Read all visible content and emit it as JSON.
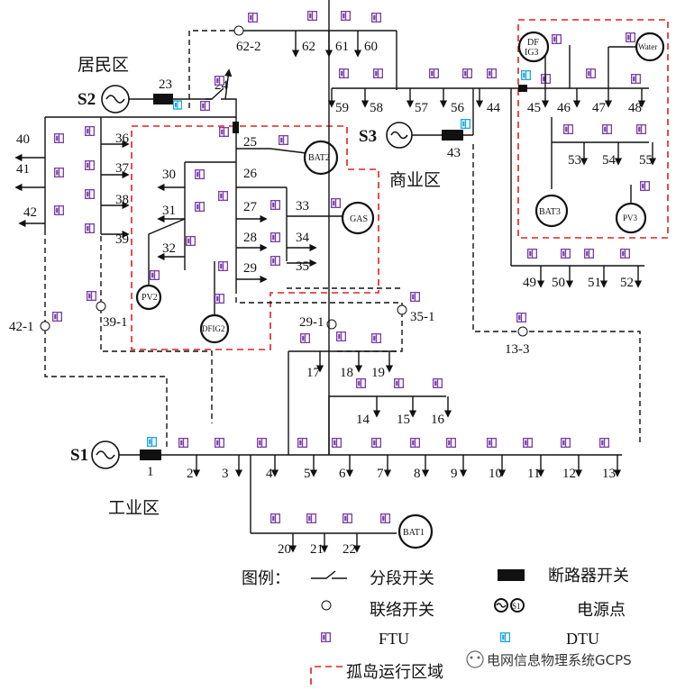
{
  "zones": {
    "residential": "居民区",
    "commercial": "商业区",
    "industrial": "工业区"
  },
  "sources": {
    "s1": "S1",
    "s2": "S2",
    "s3": "S3"
  },
  "nodes": {
    "n1": "1",
    "n2": "2",
    "n3": "3",
    "n4": "4",
    "n5": "5",
    "n6": "6",
    "n7": "7",
    "n8": "8",
    "n9": "9",
    "n10": "10",
    "n11": "11",
    "n12": "12",
    "n13": "13",
    "n14": "14",
    "n15": "15",
    "n16": "16",
    "n17": "17",
    "n18": "18",
    "n19": "19",
    "n20": "20",
    "n21": "21",
    "n22": "22",
    "n23": "23",
    "n24": "24",
    "n25": "25",
    "n26": "26",
    "n27": "27",
    "n28": "28",
    "n29": "29",
    "n30": "30",
    "n31": "31",
    "n32": "32",
    "n33": "33",
    "n34": "34",
    "n35": "35",
    "n36": "36",
    "n37": "37",
    "n38": "38",
    "n39": "39",
    "n40": "40",
    "n41": "41",
    "n42": "42",
    "n43": "43",
    "n44": "44",
    "n45": "45",
    "n46": "46",
    "n47": "47",
    "n48": "48",
    "n49": "49",
    "n50": "50",
    "n51": "51",
    "n52": "52",
    "n53": "53",
    "n54": "54",
    "n55": "55",
    "n56": "56",
    "n57": "57",
    "n58": "58",
    "n59": "59",
    "n60": "60",
    "n61": "61",
    "n62": "62"
  },
  "tie_switches": {
    "t62_2": "62-2",
    "t42_1": "42-1",
    "t39_1": "39-1",
    "t29_1": "29-1",
    "t35_1": "35-1",
    "t13_3": "13-3"
  },
  "devices": {
    "bat1": "BAT1",
    "bat2": "BAT2",
    "bat3": "BAT3",
    "gas": "GAS",
    "pv2": "PV2",
    "pv3": "PV3",
    "dfig2": "DFIG2",
    "dfig3_line1": "DF",
    "dfig3_line2": "IG3",
    "water": "Water"
  },
  "legend": {
    "title": "图例：",
    "section_switch": "分段开关",
    "breaker": "断路器开关",
    "tie_switch": "联络开关",
    "power_point": "电源点",
    "ftu": "FTU",
    "dtu": "DTU",
    "island_zone": "孤岛运行区域",
    "source_sym_text": "S1"
  },
  "watermark": "电网信息物理系统GCPS",
  "colors": {
    "ftu": "#7a3fa8",
    "dtu": "#1aa8e6",
    "island_border": "#e02020",
    "line": "#111111"
  }
}
